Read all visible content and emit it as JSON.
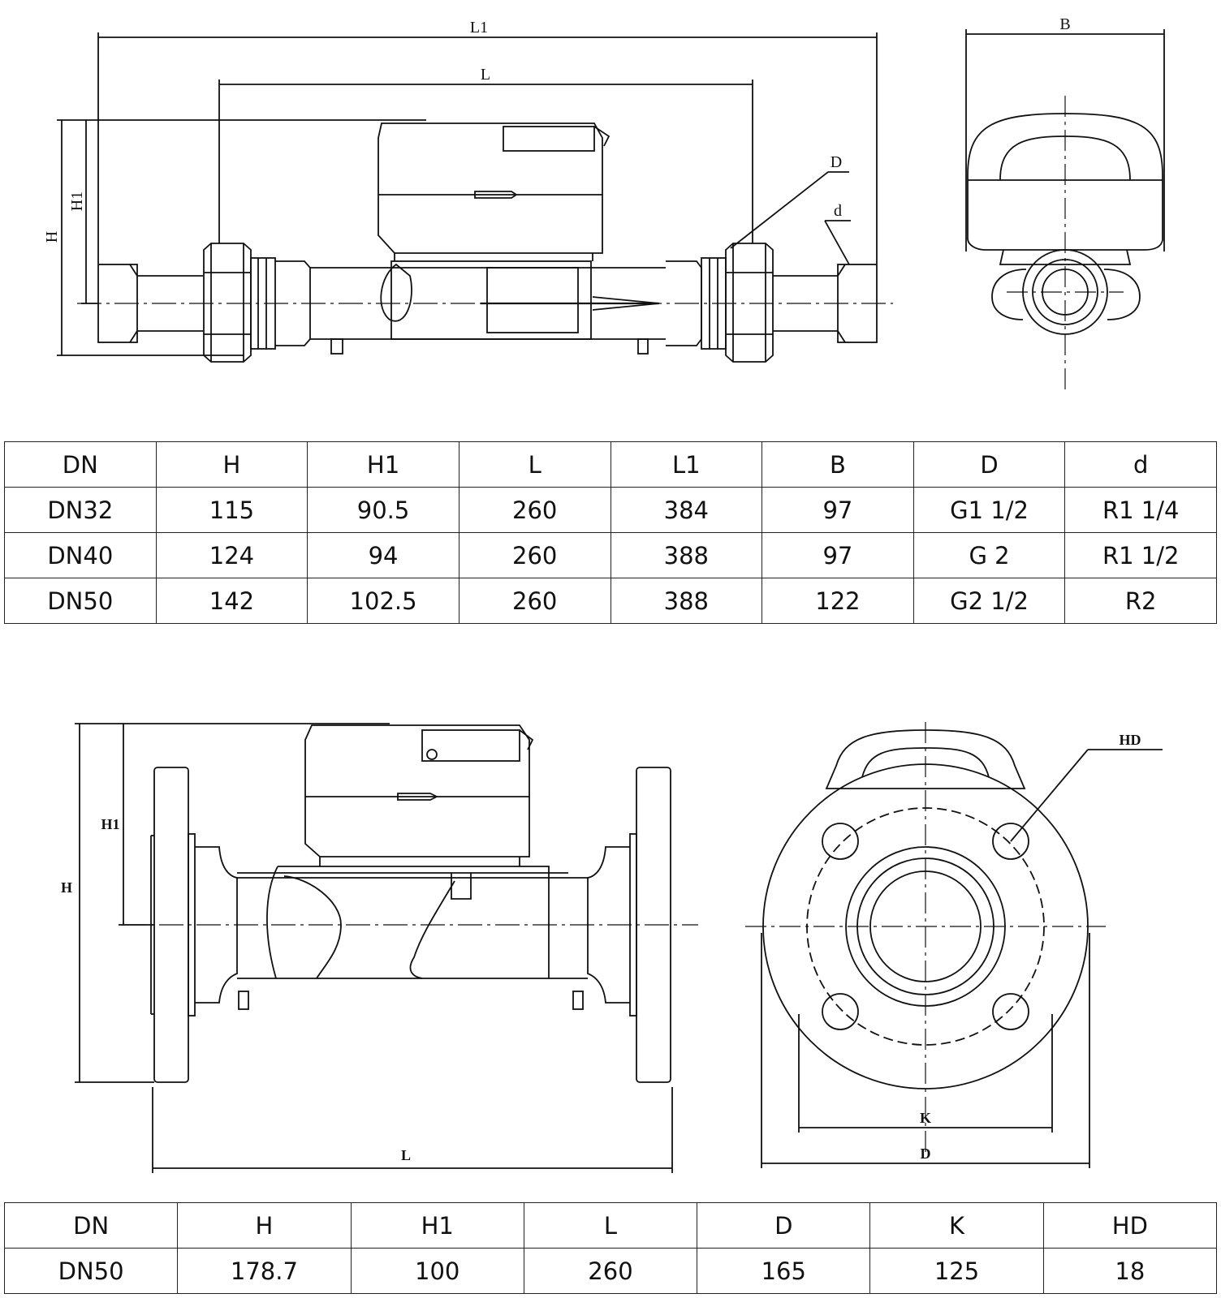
{
  "top_drawing": {
    "labels": {
      "L1": "L1",
      "L": "L",
      "B": "B",
      "H": "H",
      "H1": "H1",
      "D": "D",
      "d": "d"
    }
  },
  "table1": {
    "headers": [
      "DN",
      "H",
      "H1",
      "L",
      "L1",
      "B",
      "D",
      "d"
    ],
    "rows": [
      [
        "DN32",
        "115",
        "90.5",
        "260",
        "384",
        "97",
        "G1 1/2",
        "R1 1/4"
      ],
      [
        "DN40",
        "124",
        "94",
        "260",
        "388",
        "97",
        "G 2",
        "R1 1/2"
      ],
      [
        "DN50",
        "142",
        "102.5",
        "260",
        "388",
        "122",
        "G2 1/2",
        "R2"
      ]
    ]
  },
  "bottom_drawing": {
    "labels": {
      "H": "H",
      "H1": "H1",
      "L": "L",
      "HD": "HD",
      "K": "K",
      "D": "D"
    }
  },
  "table2": {
    "headers": [
      "DN",
      "H",
      "H1",
      "L",
      "D",
      "K",
      "HD"
    ],
    "rows": [
      [
        "DN50",
        "178.7",
        "100",
        "260",
        "165",
        "125",
        "18"
      ]
    ]
  }
}
